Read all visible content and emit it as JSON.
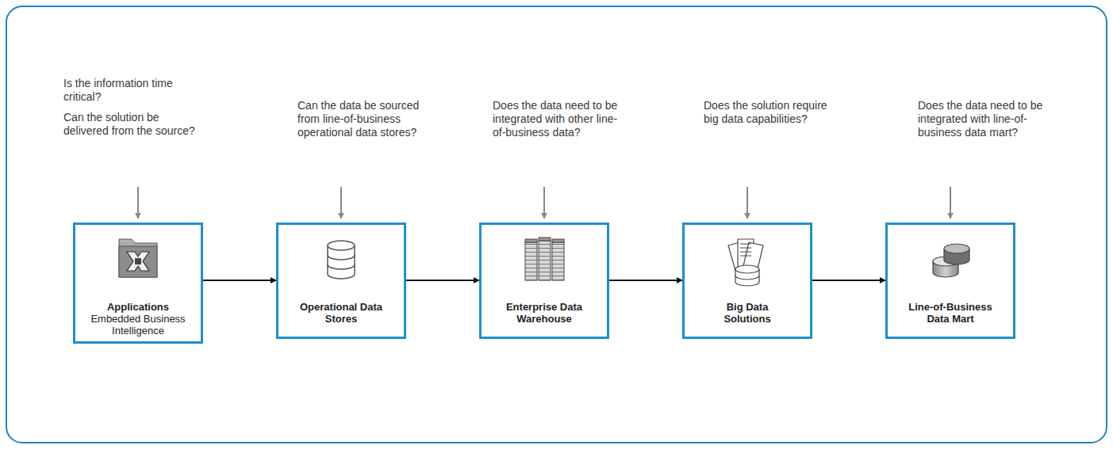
{
  "diagram": {
    "nodes": [
      {
        "text": [
          "Applications",
          "Embedded Business Intelligence"
        ]
      },
      {
        "text": [
          "Operational Data Stores"
        ]
      },
      {
        "text": [
          "Enterprise Data Warehouse"
        ]
      },
      {
        "text": [
          "Big Data Solutions"
        ]
      },
      {
        "text": [
          "Line-of-Business Data Mart"
        ]
      }
    ],
    "edges": [
      {
        "from": 0,
        "to": 1,
        "arrow": "to"
      },
      {
        "from": 1,
        "to": 2,
        "arrow": "to"
      },
      {
        "from": 2,
        "to": 3,
        "arrow": "to"
      },
      {
        "from": 3,
        "to": 4,
        "arrow": "to"
      }
    ],
    "labels": [
      "Is the information time critical?",
      "Can the solution be delivered from the source?",
      "Can the data be sourced from line-of-business operational data stores?",
      "Does the data need to be integrated with other line-of-business data?",
      "Does the solution require big data capabilities?",
      "Does the data need to be integrated with line-of-business data mart?"
    ]
  }
}
